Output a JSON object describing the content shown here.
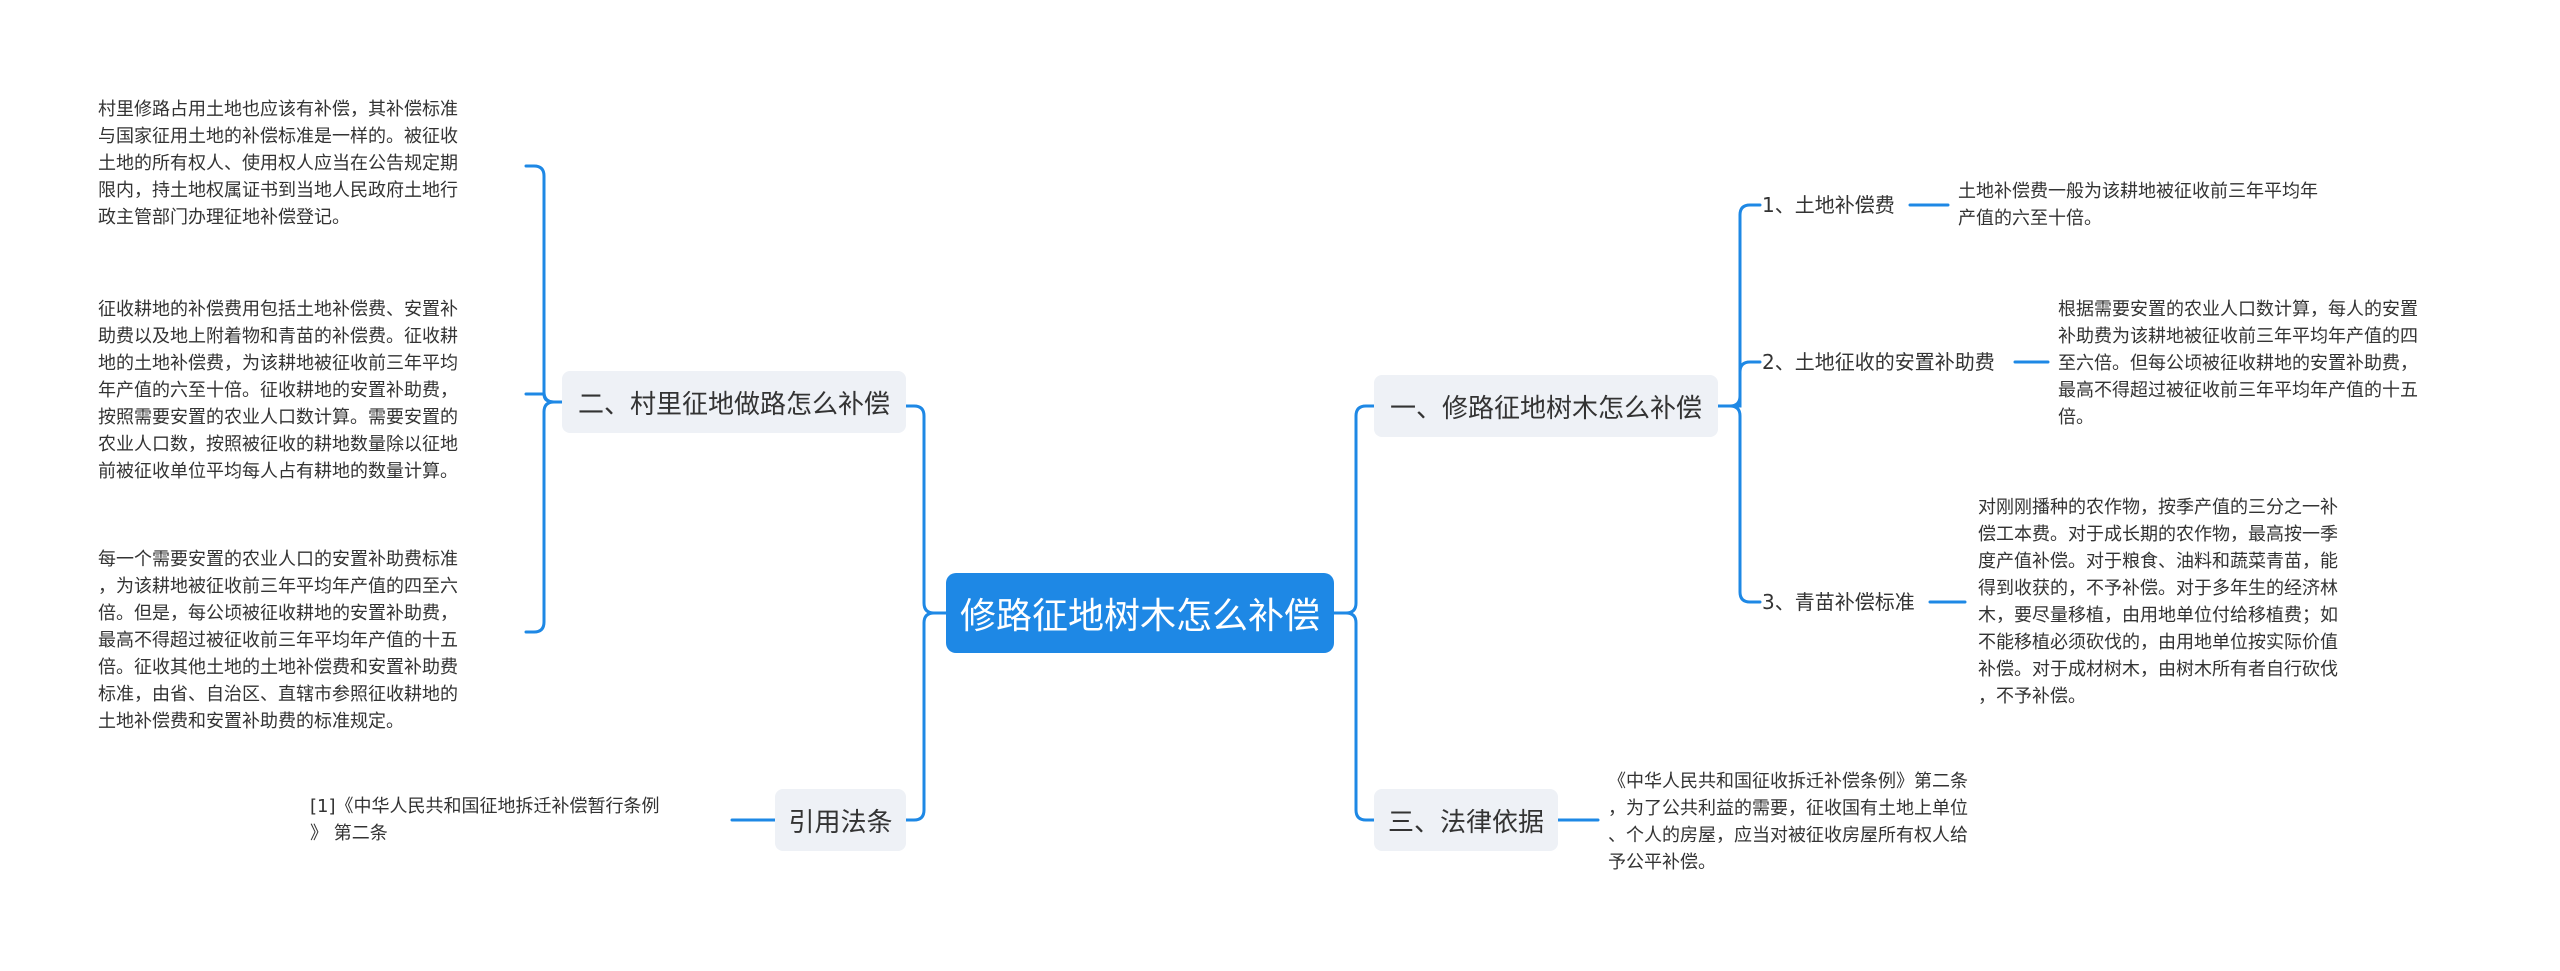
{
  "root": {
    "label": "修路征地树木怎么补偿"
  },
  "left": {
    "branch1": {
      "label": "二、村里征地做路怎么补偿",
      "texts": [
        [
          "村里修路占用土地也应该有补偿，其补偿标准",
          "与国家征用土地的补偿标准是一样的。被征收",
          "土地的所有权人、使用权人应当在公告规定期",
          "限内，持土地权属证书到当地人民政府土地行",
          "政主管部门办理征地补偿登记。"
        ],
        [
          "征收耕地的补偿费用包括土地补偿费、安置补",
          "助费以及地上附着物和青苗的补偿费。征收耕",
          "地的土地补偿费，为该耕地被征收前三年平均",
          "年产值的六至十倍。征收耕地的安置补助费，",
          "按照需要安置的农业人口数计算。需要安置的",
          "农业人口数，按照被征收的耕地数量除以征地",
          "前被征收单位平均每人占有耕地的数量计算。"
        ],
        [
          "每一个需要安置的农业人口的安置补助费标准",
          "，为该耕地被征收前三年平均年产值的四至六",
          "倍。但是，每公顷被征收耕地的安置补助费，",
          "最高不得超过被征收前三年平均年产值的十五",
          "倍。征收其他土地的土地补偿费和安置补助费",
          "标准，由省、自治区、直辖市参照征收耕地的",
          "土地补偿费和安置补助费的标准规定。"
        ]
      ]
    },
    "branch2": {
      "label": "引用法条",
      "texts": [
        [
          "[1]《中华人民共和国征地拆迁补偿暂行条例",
          "》 第二条"
        ]
      ]
    }
  },
  "right": {
    "branch1": {
      "label": "一、修路征地树木怎么补偿",
      "subs": [
        {
          "label": "1、土地补偿费",
          "text": [
            "土地补偿费一般为该耕地被征收前三年平均年",
            "产值的六至十倍。"
          ]
        },
        {
          "label": "2、土地征收的安置补助费",
          "text": [
            "根据需要安置的农业人口数计算，每人的安置",
            "补助费为该耕地被征收前三年平均年产值的四",
            "至六倍。但每公顷被征收耕地的安置补助费，",
            "最高不得超过被征收前三年平均年产值的十五",
            "倍。"
          ]
        },
        {
          "label": "3、青苗补偿标准",
          "text": [
            "对刚刚播种的农作物，按季产值的三分之一补",
            "偿工本费。对于成长期的农作物，最高按一季",
            "度产值补偿。对于粮食、油料和蔬菜青苗，能",
            "得到收获的，不予补偿。对于多年生的经济林",
            "木，要尽量移植，由用地单位付给移植费；如",
            "不能移植必须砍伐的，由用地单位按实际价值",
            "补偿。对于成材树木，由树木所有者自行砍伐",
            "，不予补偿。"
          ]
        }
      ]
    },
    "branch2": {
      "label": "三、法律依据",
      "text": [
        "《中华人民共和国征收拆迁补偿条例》第二条",
        "，为了公共利益的需要，征收国有土地上单位",
        "、个人的房屋，应当对被征收房屋所有权人给",
        "予公平补偿。"
      ]
    }
  },
  "colors": {
    "accent": "#1e88e5",
    "branch_bg": "#eef1f6",
    "text": "#333333"
  }
}
